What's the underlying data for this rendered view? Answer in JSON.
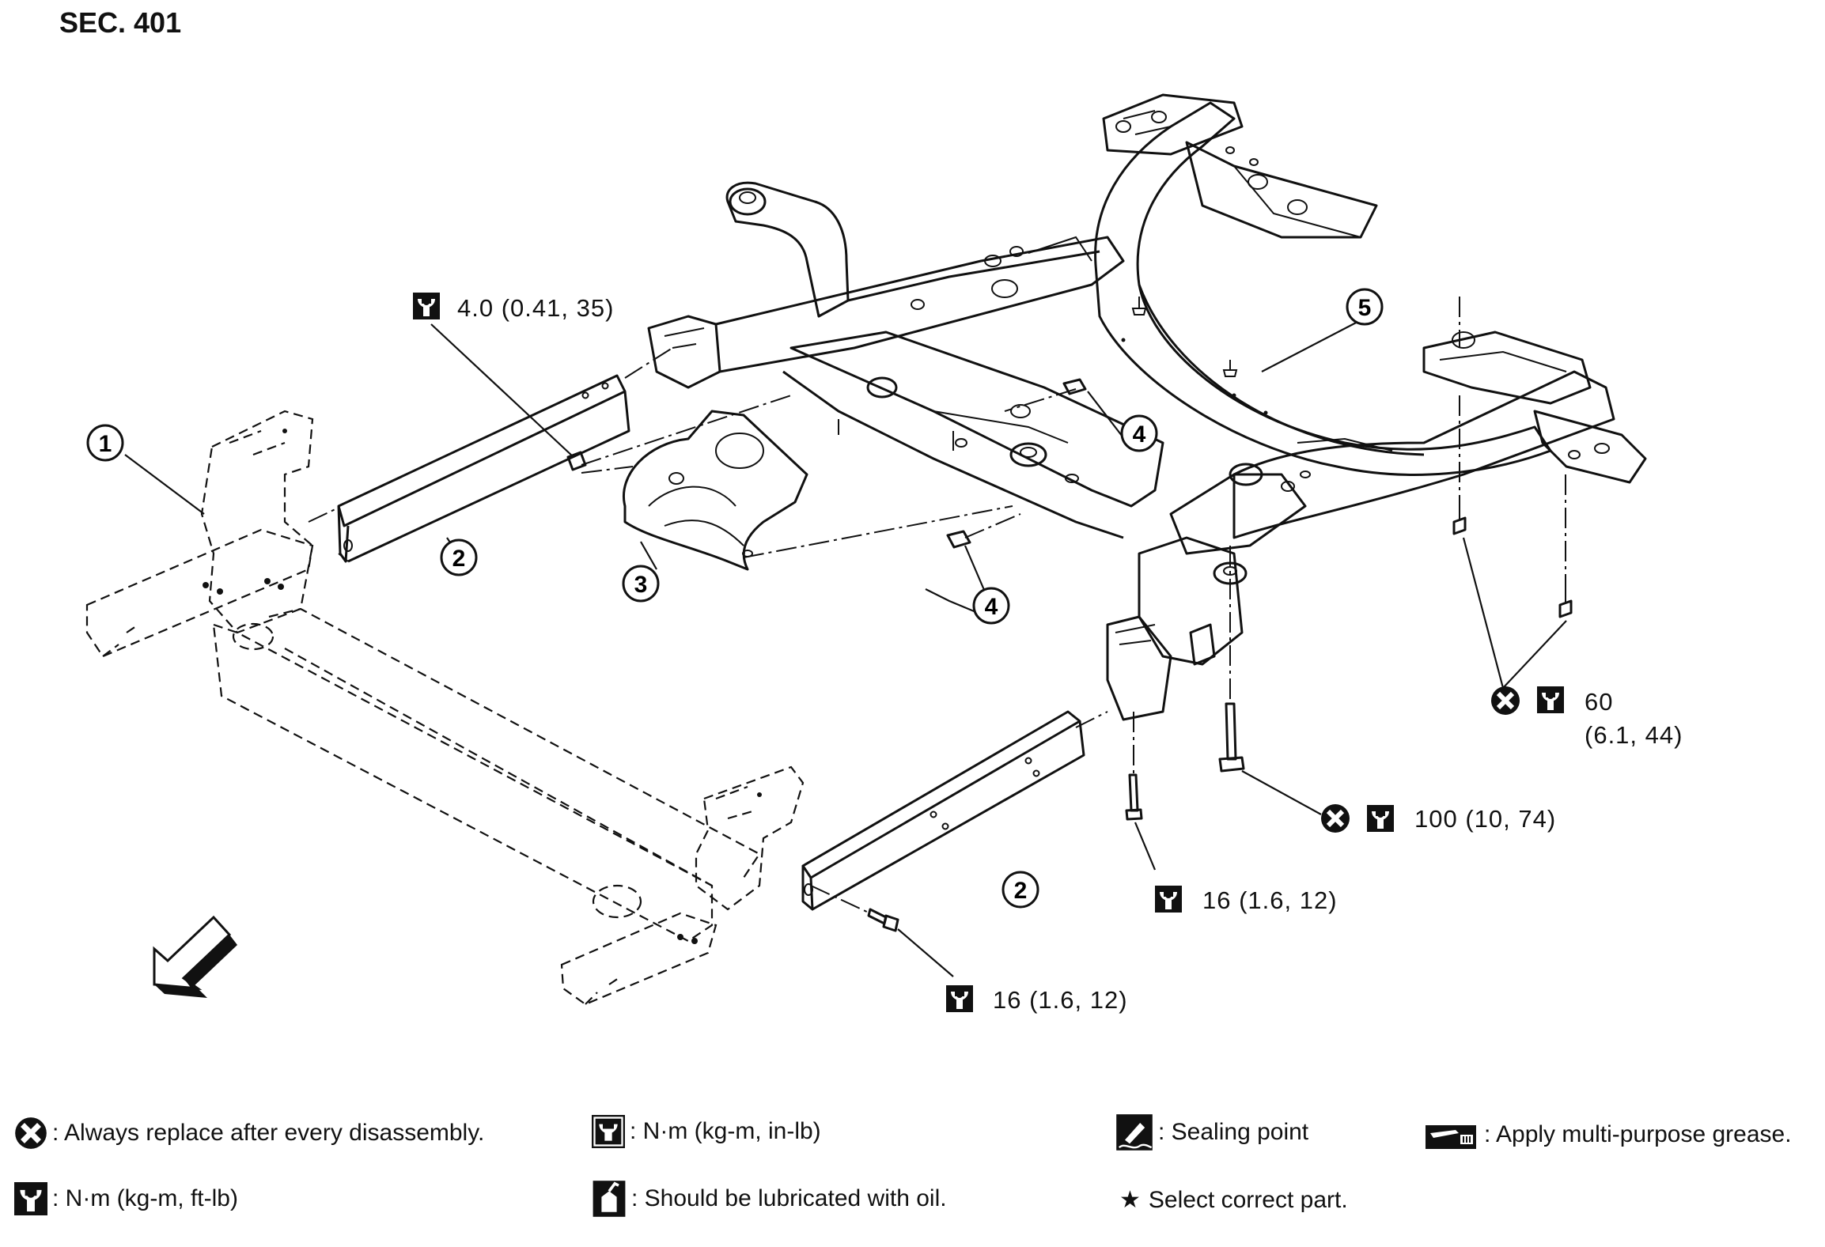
{
  "section_title": "SEC. 401",
  "callouts": {
    "c1": "1",
    "c2a": "2",
    "c2b": "2",
    "c3": "3",
    "c4a": "4",
    "c4b": "4",
    "c5": "5"
  },
  "torques": {
    "t_bracket": "4.0 (0.41, 35)",
    "t_rear_line1": "60",
    "t_rear_line2": "(6.1, 44)",
    "t_mount": "100 (10, 74)",
    "t_front_bolt": "16 (1.6, 12)",
    "t_side_bolt": "16 (1.6, 12)"
  },
  "legend": {
    "replace": ": Always replace after every disassembly.",
    "nm_in_lb": ": N·m (kg-m, in-lb)",
    "sealing": ": Sealing point",
    "grease": ": Apply multi-purpose grease.",
    "nm_ft_lb": ": N·m (kg-m, ft-lb)",
    "lube_oil": ": Should be lubricated with oil.",
    "select_part": "Select correct part.",
    "star": "★"
  },
  "icons": {
    "replace": "cross-circle-icon",
    "torque_ft": "wrench-torque-icon",
    "torque_in": "wrench-torque-box-icon",
    "sealing": "sealing-point-icon",
    "grease": "grease-gun-icon",
    "oil": "oil-can-icon",
    "front": "front-direction-arrow-icon"
  }
}
